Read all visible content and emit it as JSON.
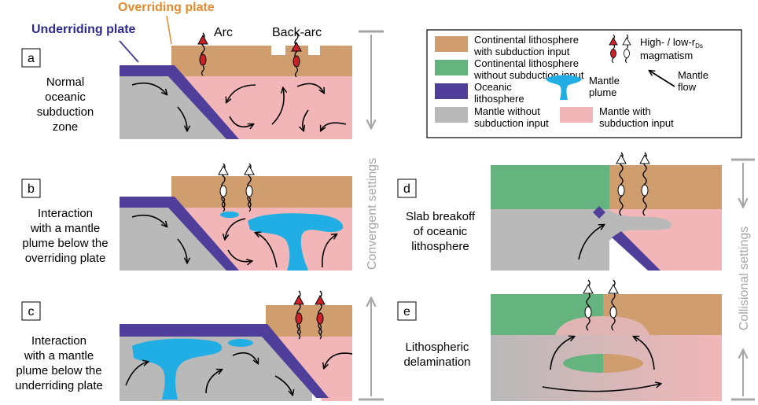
{
  "colors": {
    "continental_with": "#d09e6e",
    "continental_without": "#65b37e",
    "oceanic": "#4f3f9b",
    "mantle_plume": "#20aee4",
    "mantle_without": "#b9b9b9",
    "mantle_with": "#f2b6b8",
    "overriding_label": "#e48a2c",
    "underriding_label": "#2e2a8e",
    "arc_marker": "#cc2227",
    "axis_gray": "#a6a6a6"
  },
  "labels": {
    "overriding_plate": "Overriding plate",
    "underriding_plate": "Underriding plate",
    "arc": "Arc",
    "back_arc": "Back-arc",
    "convergent_settings": "Convergent settings",
    "collisional_settings": "Collisional settings"
  },
  "panels": {
    "a": {
      "letter": "a",
      "caption": [
        "Normal",
        "oceanic",
        "subduction",
        "zone"
      ]
    },
    "b": {
      "letter": "b",
      "caption": [
        "Interaction",
        "with a mantle",
        "plume below the",
        "overriding plate"
      ]
    },
    "c": {
      "letter": "c",
      "caption": [
        "Interaction",
        "with a mantle",
        "plume below the",
        "underriding plate"
      ]
    },
    "d": {
      "letter": "d",
      "caption": [
        "Slab breakoff",
        "of oceanic",
        "lithosphere"
      ]
    },
    "e": {
      "letter": "e",
      "caption": [
        "Lithospheric",
        "delamination"
      ]
    }
  },
  "legend": {
    "continental_with": [
      "Continental lithosphere",
      "with subduction input"
    ],
    "continental_without": [
      "Continental lithosphere",
      "without subduction input"
    ],
    "oceanic": [
      "Oceanic",
      "lithosphere"
    ],
    "mantle_plume": [
      "Mantle",
      "plume"
    ],
    "mantle_without": [
      "Mantle without",
      "subduction input"
    ],
    "mantle_with": [
      "Mantle with",
      "subduction input"
    ],
    "magmatism_1": "High- / low-r",
    "magmatism_sub": "Ds",
    "magmatism_2": "magmatism",
    "mantle_flow": [
      "Mantle",
      "flow"
    ]
  }
}
